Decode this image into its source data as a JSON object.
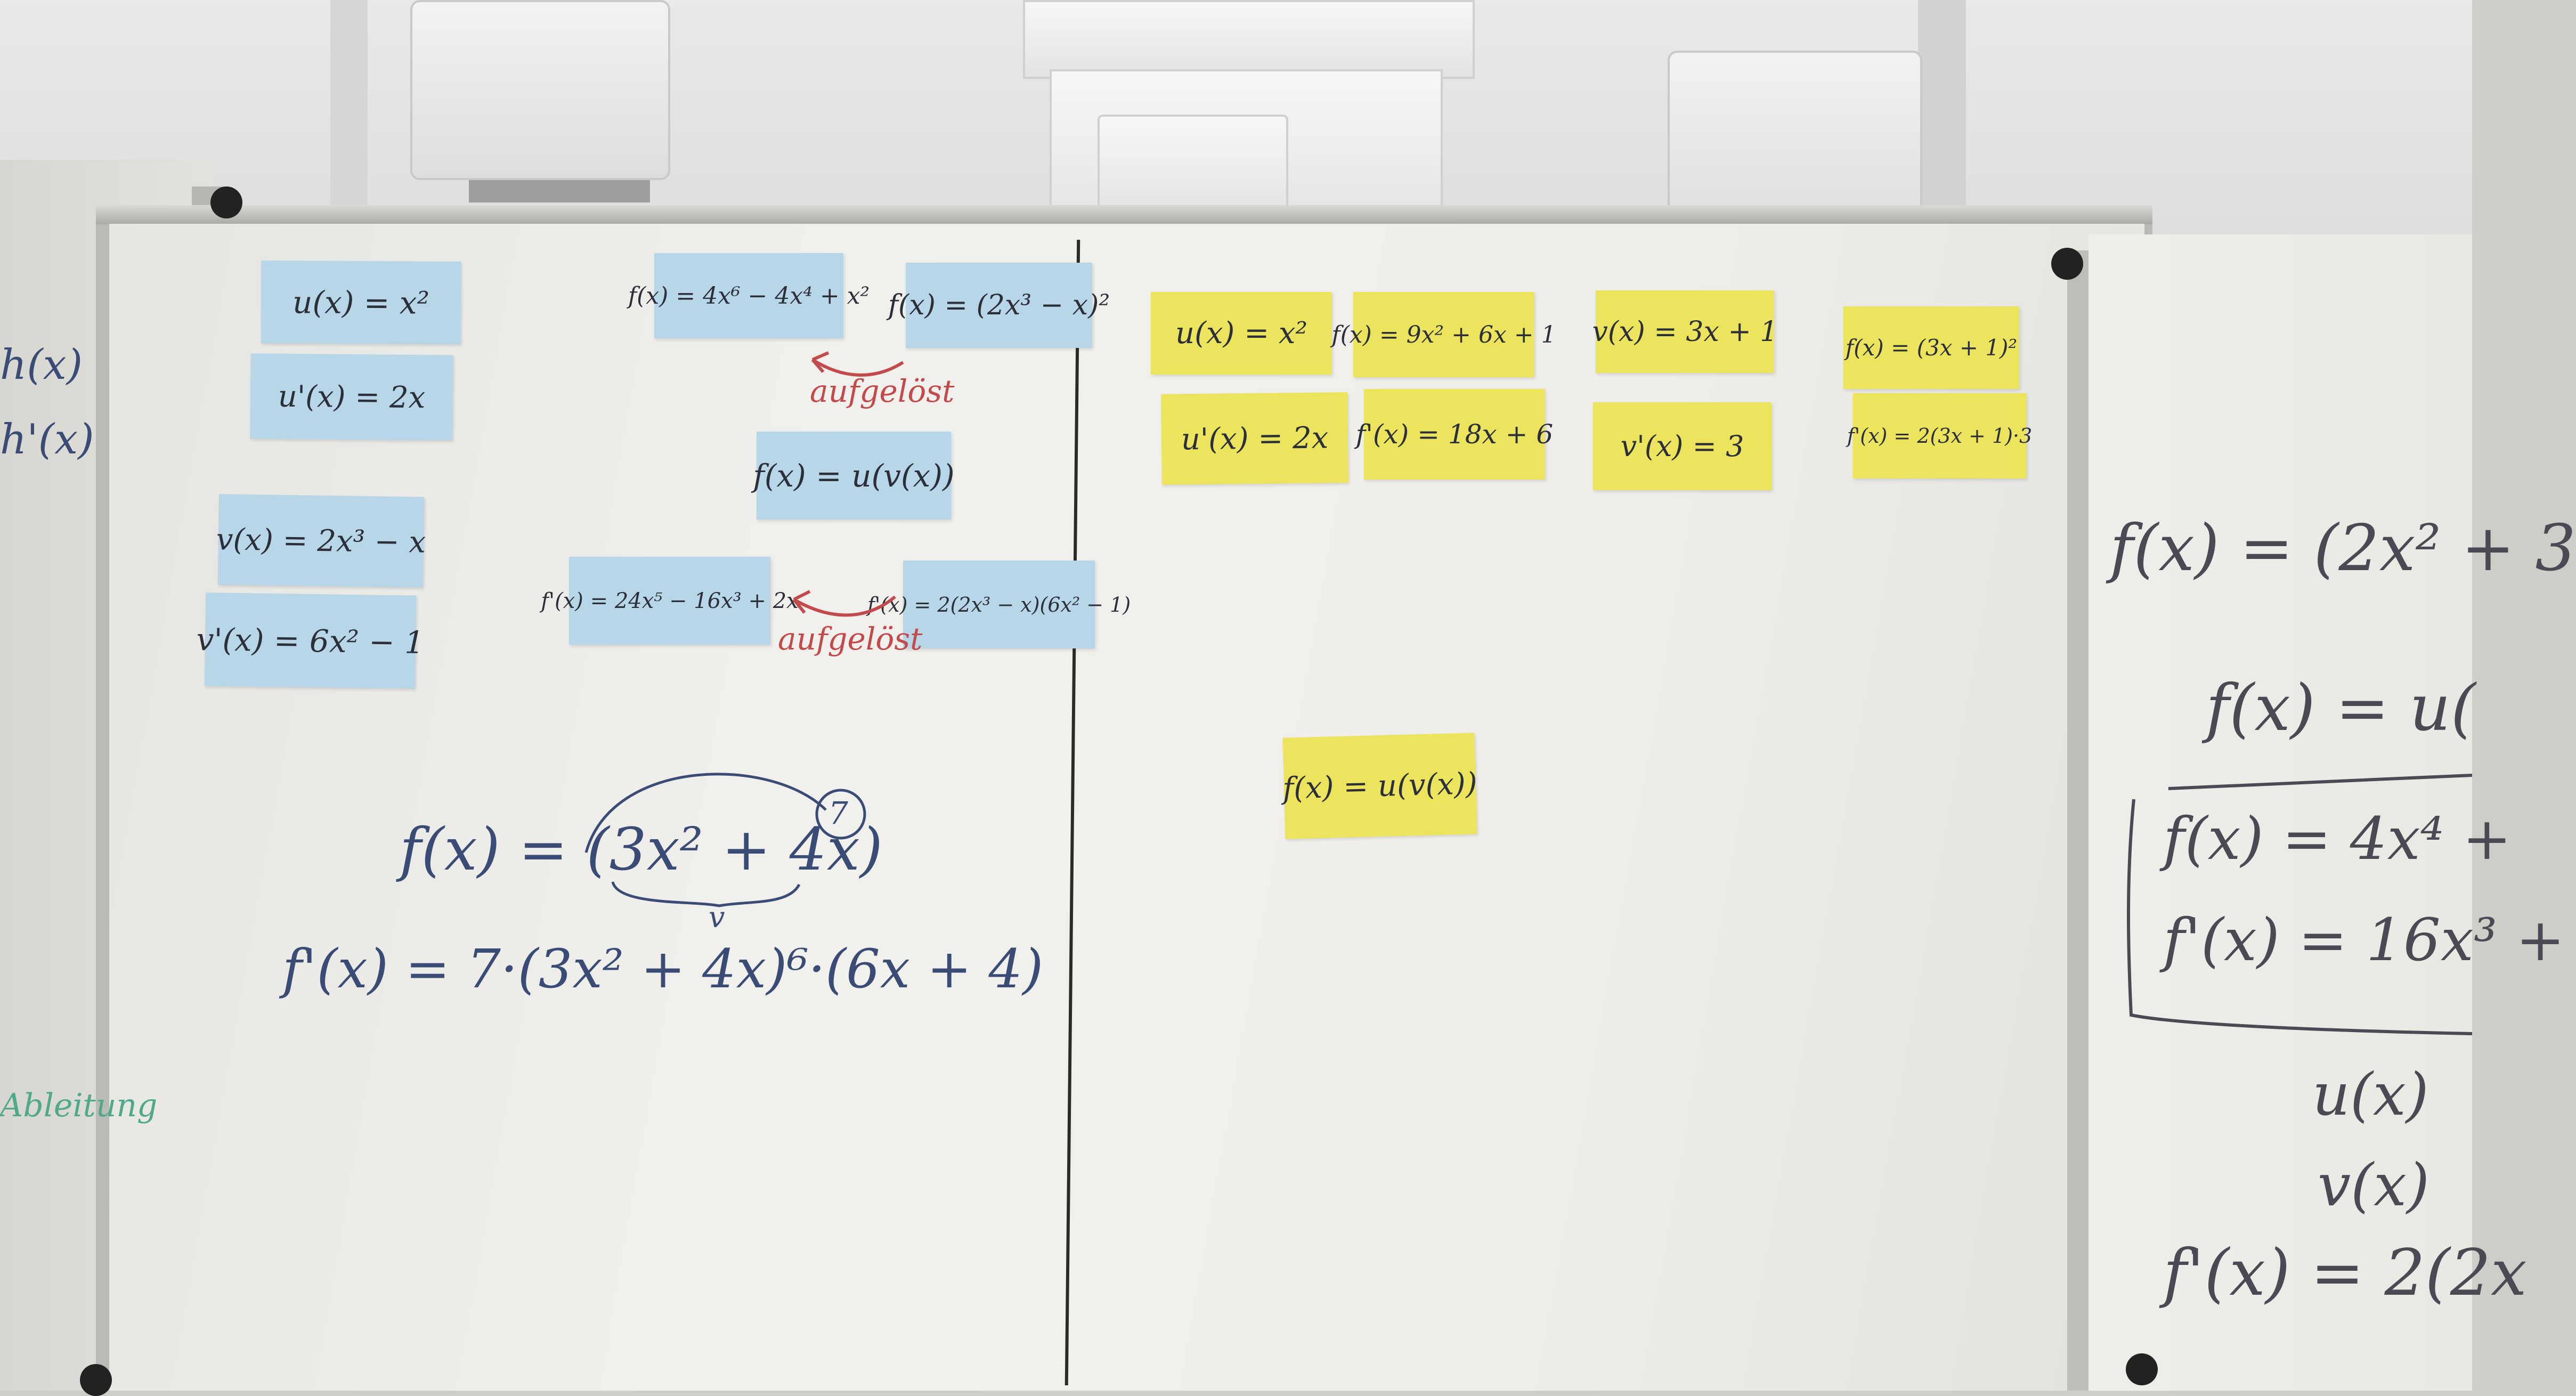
{
  "blue_notes": [
    {
      "id": "u",
      "text": "u(x) = x²"
    },
    {
      "id": "u-prime",
      "text": "u'(x) = 2x"
    },
    {
      "id": "f-expanded",
      "text": "f(x) = 4x⁶ − 4x⁴ + x²"
    },
    {
      "id": "f-chain",
      "text": "f(x) = (2x³ − x)²"
    },
    {
      "id": "f-composition",
      "text": "f(x) = u(v(x))"
    },
    {
      "id": "v",
      "text": "v(x) = 2x³ − x"
    },
    {
      "id": "v-prime",
      "text": "v'(x) = 6x² − 1"
    },
    {
      "id": "f-prime-expanded",
      "text": "f'(x) = 24x⁵ − 16x³ + 2x"
    },
    {
      "id": "f-prime-chain",
      "text": "f'(x) = 2(2x³ − x)(6x² − 1)"
    }
  ],
  "yellow_notes": [
    {
      "id": "u",
      "text": "u(x) = x²"
    },
    {
      "id": "f-expanded",
      "text": "f(x) = 9x² + 6x + 1"
    },
    {
      "id": "v",
      "text": "v(x) = 3x + 1"
    },
    {
      "id": "f-chain",
      "text": "f(x) = (3x + 1)²"
    },
    {
      "id": "u-prime",
      "text": "u'(x) = 2x"
    },
    {
      "id": "f-prime-expanded",
      "text": "f'(x) = 18x + 6"
    },
    {
      "id": "v-prime",
      "text": "v'(x) = 3"
    },
    {
      "id": "f-prime-chain",
      "text": "f'(x) = 2(3x + 1)·3"
    },
    {
      "id": "f-composition",
      "text": "f(x) = u(v(x))"
    }
  ],
  "handwriting": {
    "aufgeloest_1": "aufgelöst",
    "aufgeloest_2": "aufgelöst",
    "main_function": "f(x) = (3x² + 4x)",
    "exponent_circled": "7",
    "brace_label": "v",
    "main_derivative": "f'(x) = 7·(3x² + 4x)⁶·(6x + 4)",
    "left_wing_1": "h(x)",
    "left_wing_2": "h'(x)",
    "left_wing_green": "Ableitung",
    "right_wing_1": "f(x) = (2x² + 3",
    "right_wing_2": "f(x) = u(",
    "right_wing_3": "f(x) = 4x⁴ + ",
    "right_wing_4": "f'(x) = 16x³ + ",
    "right_wing_5": "u(x)",
    "right_wing_6": "v(x)",
    "right_wing_7": "f'(x) = 2(2x"
  },
  "colors": {
    "blue_note": "#b7d6e7",
    "yellow_note": "#ede45e",
    "marker_blue": "#3a4c75",
    "marker_red": "#c24a4a",
    "marker_green": "#4fa98a"
  }
}
